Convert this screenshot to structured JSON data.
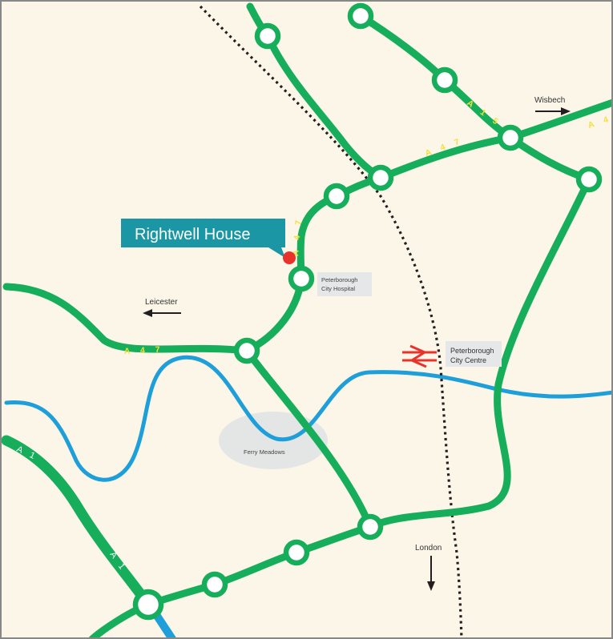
{
  "callout": {
    "label": "Rightwell House",
    "color": "#1b96a5"
  },
  "roads": {
    "a47_west": "A 4 7",
    "a47_north": "A 4 7",
    "a47_northeast": "A 4 7",
    "a15": "A 1 5",
    "a47_east": "A 4",
    "a1_upper": "A 1",
    "a1_lower": "A 1"
  },
  "directions": {
    "wisbech": "Wisbech",
    "leicester": "Leicester",
    "london": "London"
  },
  "places": {
    "hospital_line1": "Peterborough",
    "hospital_line2": "City Hospital",
    "station_line1": "Peterborough",
    "station_line2": "City Centre",
    "park": "Ferry Meadows"
  },
  "icons": {
    "rail": "national-rail-icon",
    "location": "location-pin-icon"
  },
  "colors": {
    "background": "#fbf6e8",
    "road": "#16ad5b",
    "river": "#1e9fd9",
    "rail_symbol": "#e8332b",
    "pin": "#e8332b",
    "park": "#e3e6e4",
    "label_box": "#e6e7e8"
  }
}
